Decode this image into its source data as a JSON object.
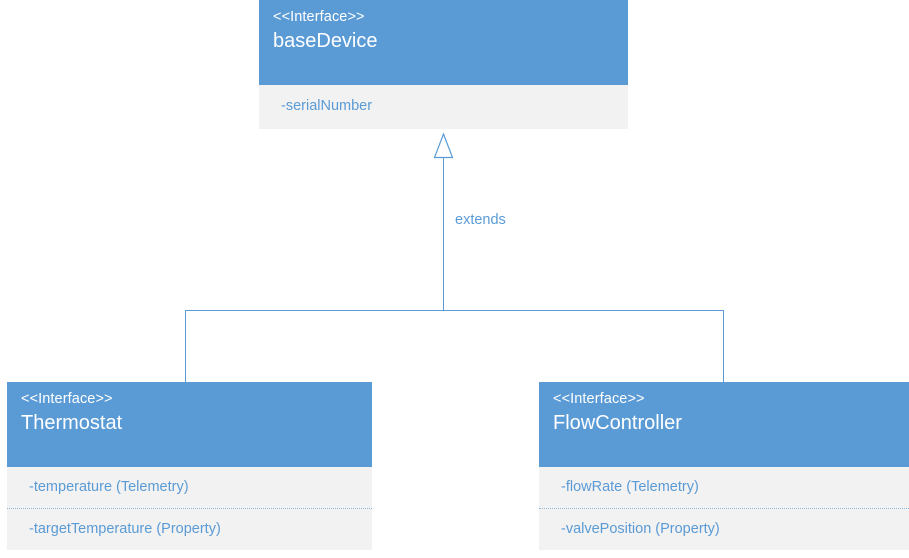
{
  "diagram": {
    "type": "uml-class-diagram",
    "background_color": "#ffffff",
    "accent_color": "#5b9bd5",
    "body_color": "#f2f2f2",
    "classes": [
      {
        "id": "baseDevice",
        "stereotype": "<<Interface>>",
        "name": "baseDevice",
        "attributes": [
          {
            "text": "-serialNumber"
          }
        ]
      },
      {
        "id": "Thermostat",
        "stereotype": "<<Interface>>",
        "name": "Thermostat",
        "attributes": [
          {
            "text": "-temperature (Telemetry)"
          },
          {
            "text": "-targetTemperature (Property)"
          }
        ]
      },
      {
        "id": "FlowController",
        "stereotype": "<<Interface>>",
        "name": "FlowController",
        "attributes": [
          {
            "text": "-flowRate (Telemetry)"
          },
          {
            "text": "-valvePosition (Property)"
          }
        ]
      }
    ],
    "relationships": [
      {
        "kind": "generalization",
        "label": "extends",
        "from": [
          "Thermostat",
          "FlowController"
        ],
        "to": "baseDevice"
      }
    ]
  }
}
